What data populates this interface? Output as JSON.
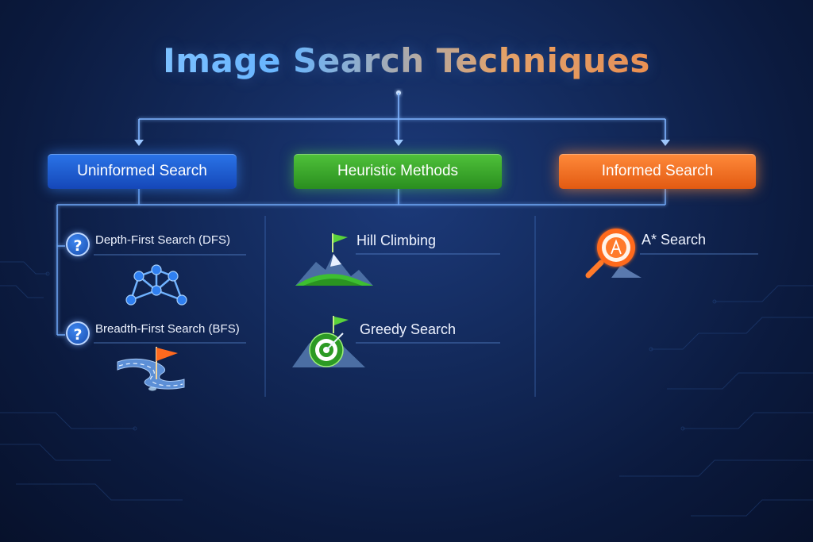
{
  "title": "Image Search Techniques",
  "categories": {
    "uninformed": "Uninformed Search",
    "heuristic": "Heuristic Methods",
    "informed": "Informed Search"
  },
  "uninformed_items": {
    "dfs": "Depth-First Search (DFS)",
    "bfs": "Breadth-First Search (BFS)"
  },
  "heuristic_items": {
    "hill": "Hill Climbing",
    "greedy": "Greedy Search"
  },
  "informed_items": {
    "astar": "A* Search"
  },
  "icons": {
    "dfs": "graph-nodes-icon",
    "bfs": "road-flag-icon",
    "hill": "mountain-flag-icon",
    "greedy": "target-flag-icon",
    "astar": "magnifier-a-icon",
    "question": "question-badge-icon"
  },
  "colors": {
    "uninformed": "#1f5fd6",
    "heuristic": "#3aa82b",
    "informed": "#f06a22",
    "connector": "#7fb4ff"
  }
}
